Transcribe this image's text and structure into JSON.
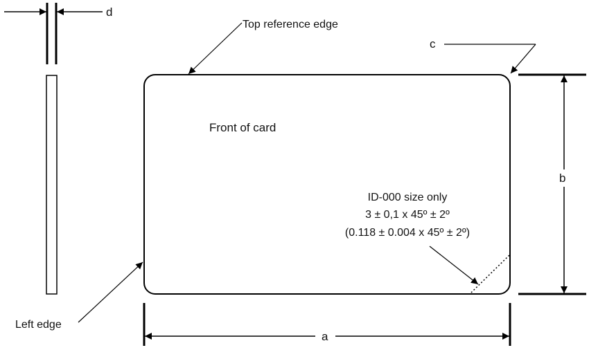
{
  "labels": {
    "top_reference_edge": "Top reference edge",
    "front_of_card": "Front of card",
    "left_edge": "Left edge",
    "dim_a": "a",
    "dim_b": "b",
    "dim_c": "c",
    "dim_d": "d"
  },
  "chamfer_note": {
    "line1": "ID-000 size only",
    "line2": "3 ± 0,1 x 45º ± 2º",
    "line3": "(0.118 ± 0.004 x 45º ± 2º)"
  },
  "colors": {
    "ink": "#000000",
    "background": "#ffffff"
  }
}
